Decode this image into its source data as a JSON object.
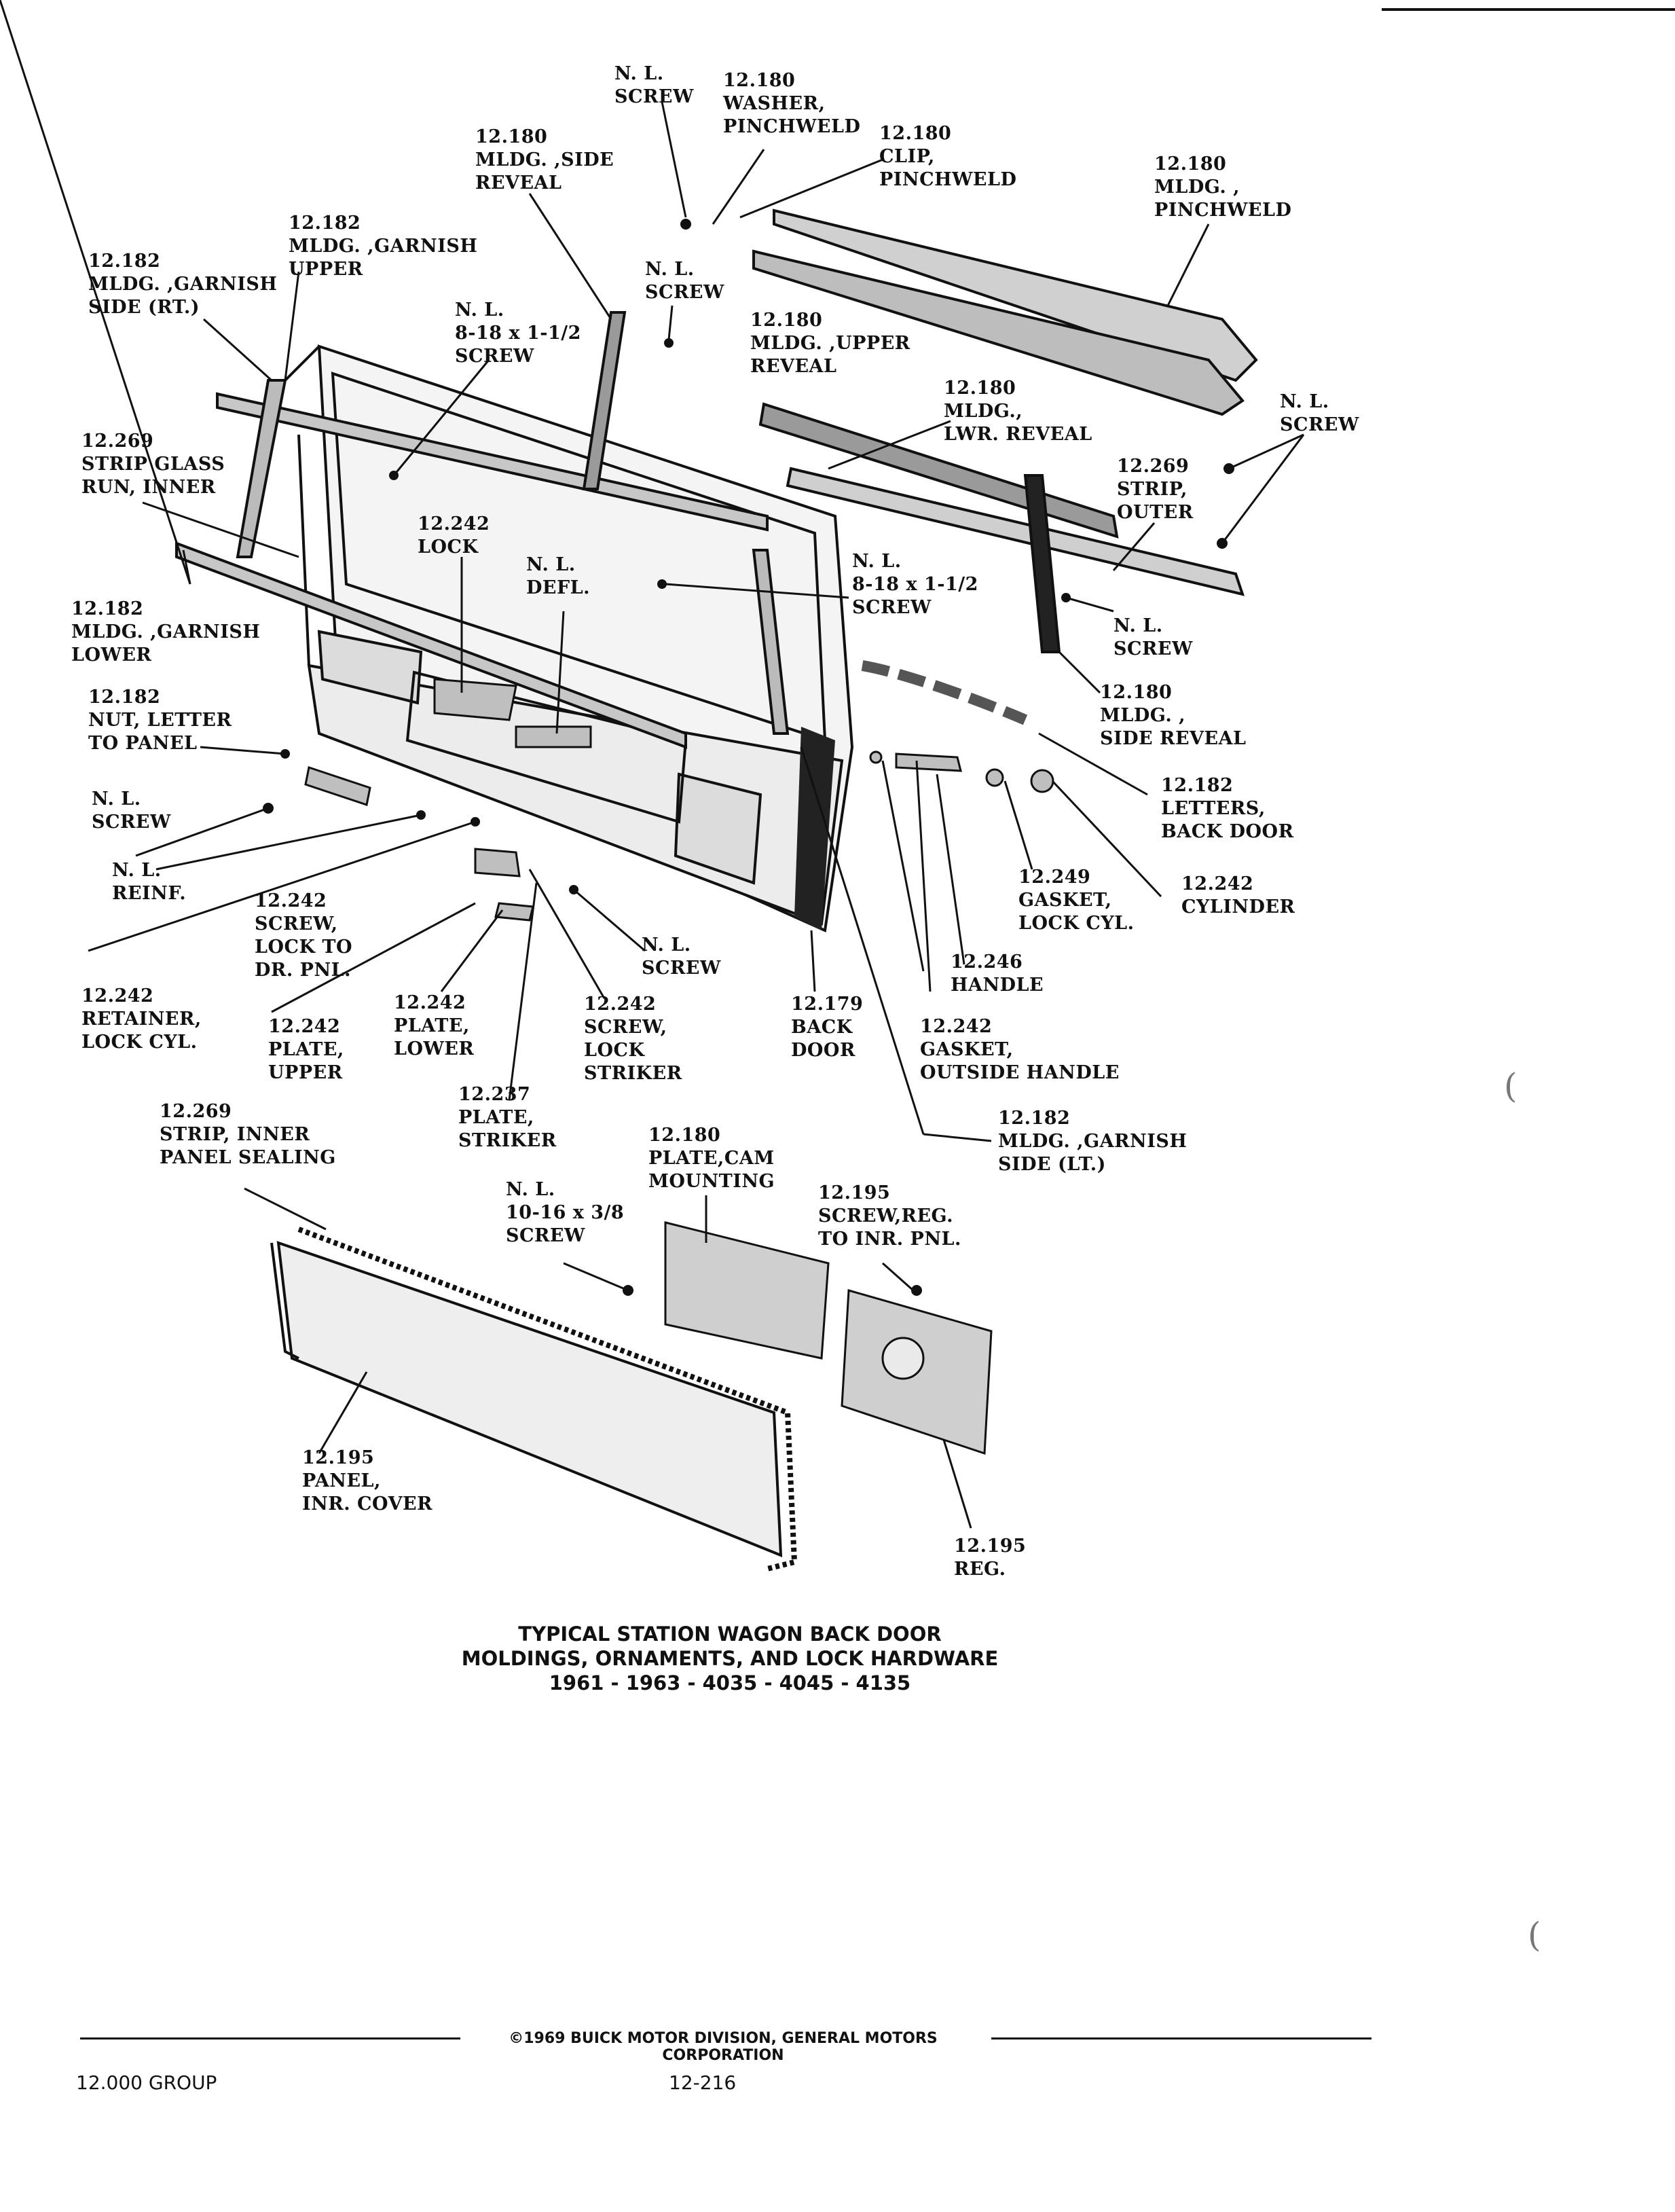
{
  "labels": [
    {
      "id": "nl-screw-top",
      "lines": [
        "N. L.",
        "SCREW"
      ]
    },
    {
      "id": "washer-pinchweld",
      "lines": [
        "12.180",
        "WASHER,",
        "PINCHWELD"
      ]
    },
    {
      "id": "mldg-side-reveal-top",
      "lines": [
        "12.180",
        "MLDG. ,SIDE",
        "REVEAL"
      ]
    },
    {
      "id": "clip-pinchweld",
      "lines": [
        "12.180",
        "CLIP,",
        "PINCHWELD"
      ]
    },
    {
      "id": "mldg-pinchweld",
      "lines": [
        "12.180",
        "MLDG. ,",
        "PINCHWELD"
      ]
    },
    {
      "id": "mldg-garnish-upper",
      "lines": [
        "12.182",
        "MLDG. ,GARNISH",
        "UPPER"
      ]
    },
    {
      "id": "mldg-garnish-side-rt",
      "lines": [
        "12.182",
        "MLDG. ,GARNISH",
        "SIDE (RT.)"
      ]
    },
    {
      "id": "nl-screw-middle",
      "lines": [
        "N. L.",
        "SCREW"
      ]
    },
    {
      "id": "nl-screw-8-18",
      "lines": [
        "N. L.",
        "8-18 x 1-1/2",
        "SCREW"
      ]
    },
    {
      "id": "mldg-upper-reveal",
      "lines": [
        "12.180",
        "MLDG. ,UPPER",
        "REVEAL"
      ]
    },
    {
      "id": "mldg-lwr-reveal",
      "lines": [
        "12.180",
        "MLDG.,",
        "LWR. REVEAL"
      ]
    },
    {
      "id": "nl-screw-right",
      "lines": [
        "N. L.",
        "SCREW"
      ]
    },
    {
      "id": "strip-glass-run-inner",
      "lines": [
        "12.269",
        "STRIP GLASS",
        "RUN, INNER"
      ]
    },
    {
      "id": "strip-outer",
      "lines": [
        "12.269",
        "STRIP,",
        "OUTER"
      ]
    },
    {
      "id": "lock",
      "lines": [
        "12.242",
        "LOCK"
      ]
    },
    {
      "id": "nl-defl",
      "lines": [
        "N. L.",
        "DEFL."
      ]
    },
    {
      "id": "nl-screw-8-18-right",
      "lines": [
        "N. L.",
        "8-18 x 1-1/2",
        "SCREW"
      ]
    },
    {
      "id": "mldg-garnish-lower",
      "lines": [
        "12.182",
        "MLDG. ,GARNISH",
        "LOWER"
      ]
    },
    {
      "id": "nl-screw-side-reveal",
      "lines": [
        "N. L.",
        "SCREW"
      ]
    },
    {
      "id": "nut-letter-to-panel",
      "lines": [
        "12.182",
        "NUT, LETTER",
        "TO PANEL"
      ]
    },
    {
      "id": "mldg-side-reveal-right",
      "lines": [
        "12.180",
        "MLDG. ,",
        "SIDE REVEAL"
      ]
    },
    {
      "id": "letters-back-door",
      "lines": [
        "12.182",
        "LETTERS,",
        "BACK DOOR"
      ]
    },
    {
      "id": "nl-screw-left",
      "lines": [
        "N. L.",
        "SCREW"
      ]
    },
    {
      "id": "nl-reinf",
      "lines": [
        "N. L.",
        "REINF."
      ]
    },
    {
      "id": "gasket-lock-cyl",
      "lines": [
        "12.249",
        "GASKET,",
        "LOCK CYL."
      ]
    },
    {
      "id": "cylinder",
      "lines": [
        "12.242",
        "CYLINDER"
      ]
    },
    {
      "id": "screw-lock-to-dr-pnl",
      "lines": [
        "12.242",
        "SCREW,",
        "LOCK TO",
        "DR. PNL."
      ]
    },
    {
      "id": "nl-screw-center",
      "lines": [
        "N. L.",
        "SCREW"
      ]
    },
    {
      "id": "handle",
      "lines": [
        "12.246",
        "HANDLE"
      ]
    },
    {
      "id": "retainer-lock-cyl",
      "lines": [
        "12.242",
        "RETAINER,",
        "LOCK CYL."
      ]
    },
    {
      "id": "plate-lower",
      "lines": [
        "12.242",
        "PLATE,",
        "LOWER"
      ]
    },
    {
      "id": "screw-lock-striker",
      "lines": [
        "12.242",
        "SCREW,",
        "LOCK",
        "STRIKER"
      ]
    },
    {
      "id": "back-door",
      "lines": [
        "12.179",
        "BACK",
        "DOOR"
      ]
    },
    {
      "id": "plate-upper",
      "lines": [
        "12.242",
        "PLATE,",
        "UPPER"
      ]
    },
    {
      "id": "gasket-outside-handle",
      "lines": [
        "12.242",
        "GASKET,",
        "OUTSIDE HANDLE"
      ]
    },
    {
      "id": "plate-striker",
      "lines": [
        "12.237",
        "PLATE,",
        "STRIKER"
      ]
    },
    {
      "id": "strip-inner-panel-sealing",
      "lines": [
        "12.269",
        "STRIP, INNER",
        "PANEL SEALING"
      ]
    },
    {
      "id": "mldg-garnish-side-lt",
      "lines": [
        "12.182",
        "MLDG. ,GARNISH",
        "SIDE (LT.)"
      ]
    },
    {
      "id": "plate-cam-mounting",
      "lines": [
        "12.180",
        "PLATE,CAM",
        "MOUNTING"
      ]
    },
    {
      "id": "screw-reg-to-inr-pnl",
      "lines": [
        "12.195",
        "SCREW,REG.",
        "TO INR. PNL."
      ]
    },
    {
      "id": "nl-screw-10-16",
      "lines": [
        "N. L.",
        "10-16 x 3/8",
        "SCREW"
      ]
    },
    {
      "id": "panel-inr-cover",
      "lines": [
        "12.195",
        "PANEL,",
        "INR. COVER"
      ]
    },
    {
      "id": "reg",
      "lines": [
        "12.195",
        "REG."
      ]
    }
  ],
  "caption": {
    "line1": "TYPICAL STATION WAGON BACK DOOR",
    "line2": "MOLDINGS, ORNAMENTS, AND LOCK HARDWARE",
    "line3": "1961 - 1963 - 4035 - 4045 - 4135"
  },
  "footer": {
    "copyright": "©1969 BUICK MOTOR DIVISION, GENERAL MOTORS CORPORATION",
    "group": "12.000 GROUP",
    "page": "12-216"
  },
  "colors": {
    "ink": "#111111",
    "shade": "#cfcfcf",
    "paper": "#ffffff"
  }
}
